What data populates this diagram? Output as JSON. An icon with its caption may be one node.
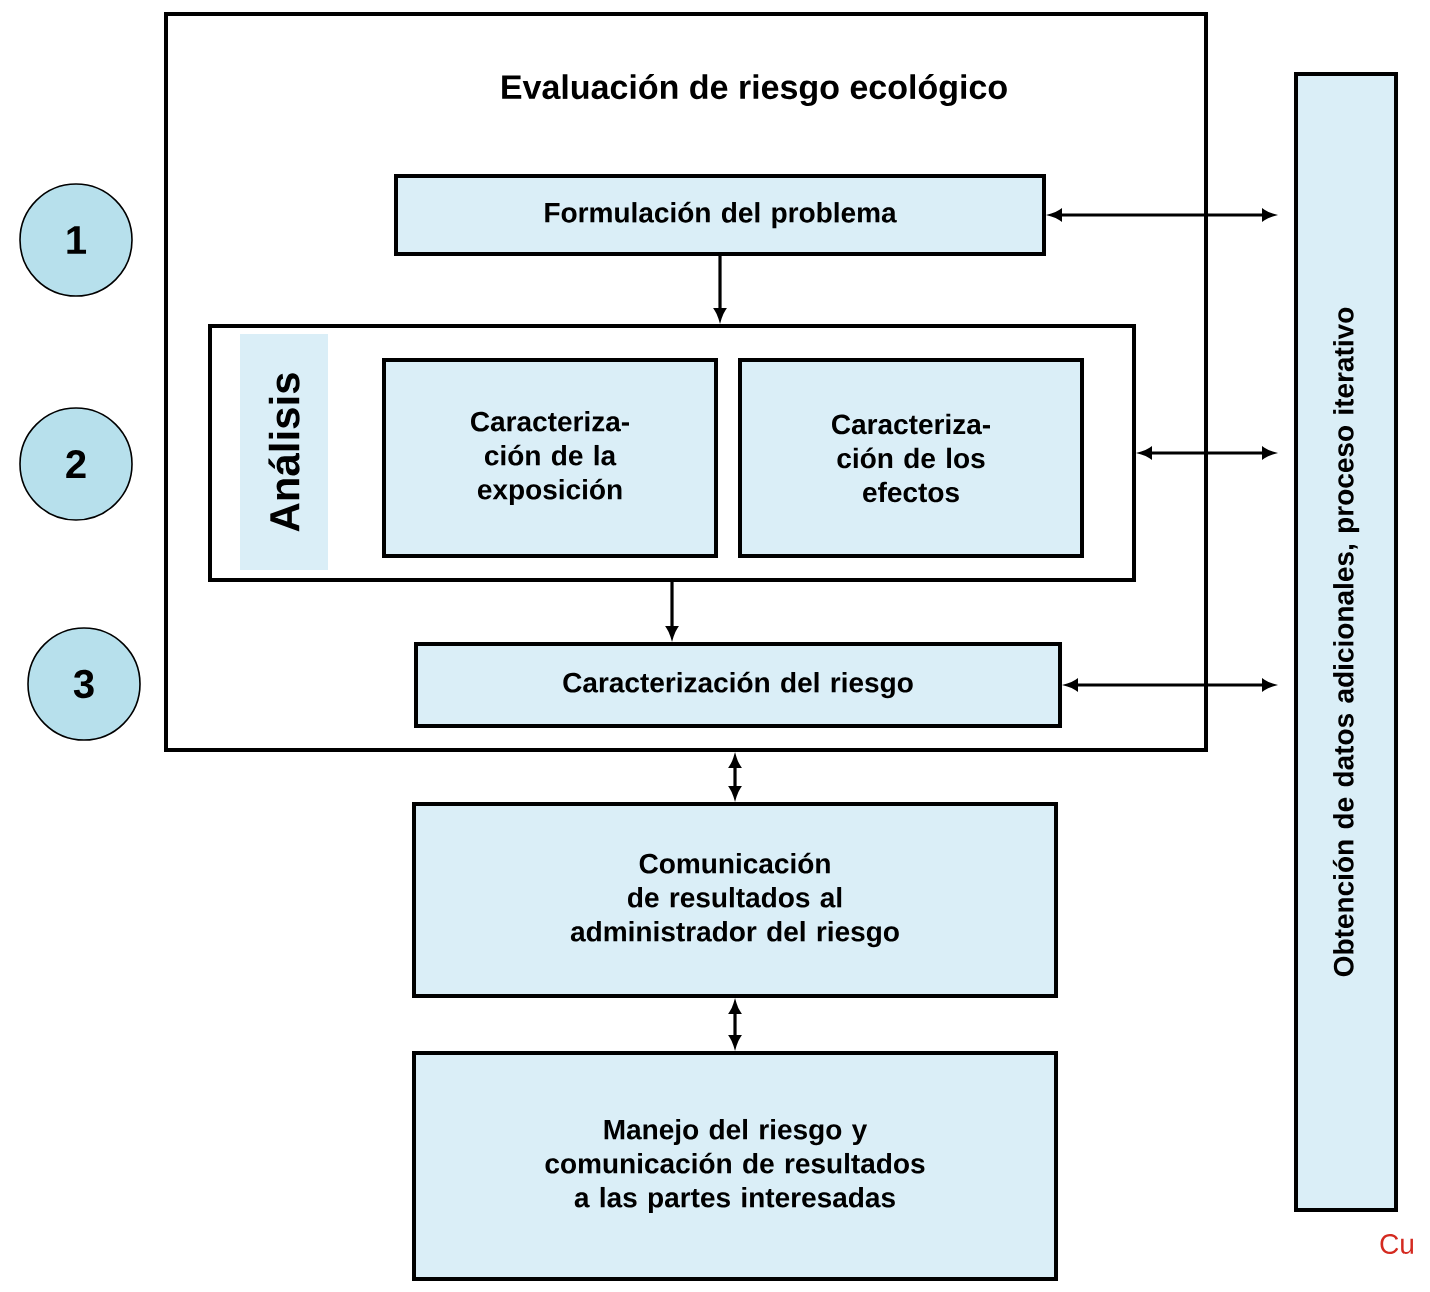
{
  "diagram": {
    "nodes": [
      {
        "text": [
          "Evaluación de riesgo ecológico"
        ]
      },
      {
        "text": [
          "Formulación del problema"
        ],
        "in": 0
      },
      {
        "text": [
          "Análisis"
        ],
        "in": 0
      },
      {
        "text": [
          "Caracteriza- ción de la exposición"
        ],
        "in": 2
      },
      {
        "text": [
          "Caracteriza- ción de los efectos"
        ],
        "in": 2
      },
      {
        "text": [
          "Caracterización del riesgo"
        ],
        "in": 0
      },
      {
        "text": [
          "Comunicación de resultados al administrador del riesgo"
        ]
      },
      {
        "text": [
          "Manejo del riesgo y comunicación de resultados a las partes interesadas"
        ]
      },
      {
        "text": [
          "Obtención de datos adicionales, proceso iterativo"
        ]
      },
      {
        "text": [
          "1"
        ]
      },
      {
        "text": [
          "2"
        ]
      },
      {
        "text": [
          "3"
        ]
      }
    ],
    "edges": [
      {
        "from": 1,
        "to": 2,
        "arrow": "to"
      },
      {
        "from": 2,
        "to": 5,
        "arrow": "to"
      },
      {
        "from": 0,
        "to": 6,
        "arrow": "both"
      },
      {
        "from": 6,
        "to": 7,
        "arrow": "both"
      },
      {
        "from": 1,
        "to": 8,
        "arrow": "both"
      },
      {
        "from": 2,
        "to": 8,
        "arrow": "both"
      },
      {
        "from": 5,
        "to": 8,
        "arrow": "both"
      }
    ],
    "labels": [
      "Cu"
    ]
  }
}
